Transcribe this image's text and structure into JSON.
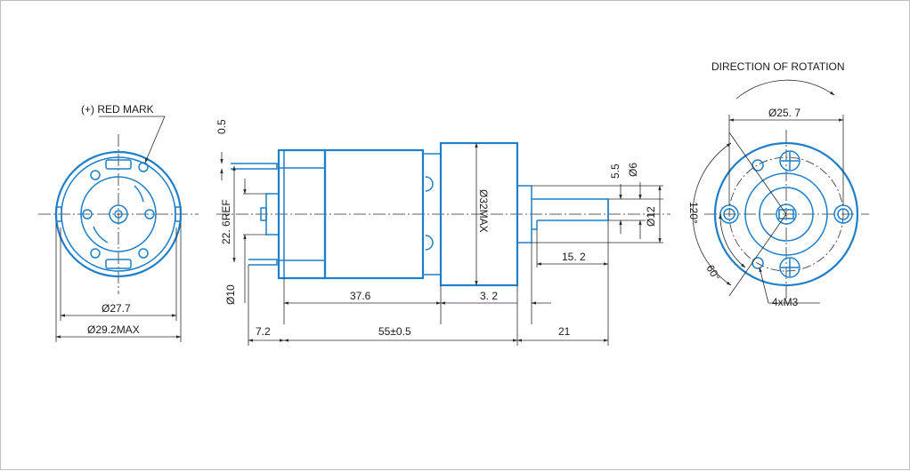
{
  "colors": {
    "part_outline": "#1f7fc8",
    "dimension_lines": "#2b2b2b",
    "background": "#ffffff",
    "frame": "#bfbfbf"
  },
  "left_view": {
    "red_mark_label": "(+) RED MARK",
    "dia_body": "Ø27.7",
    "dia_max": "Ø29.2MAX"
  },
  "side_view": {
    "dim_terminal_thickness": "0.5",
    "dim_terminal_spacing": "22. 6REF",
    "dim_boss": "Ø10",
    "dim_motor_length": "37.6",
    "dim_flange": "3. 2",
    "dim_total_length": "55±0.5",
    "dim_rear": "7.2",
    "dim_shaft_length": "21",
    "dim_flat_length": "15. 2",
    "dim_gearbox_dia": "Ø32MAX",
    "dim_flat": "5.5",
    "dim_shaft_dia": "Ø6",
    "dim_bearing_dia": "Ø12"
  },
  "right_view": {
    "rotation_label": "DIRECTION  OF  ROTATION",
    "bolt_circle": "Ø25. 7",
    "angle_120": "120°",
    "angle_60": "60°",
    "thread_label": "4xM3"
  }
}
